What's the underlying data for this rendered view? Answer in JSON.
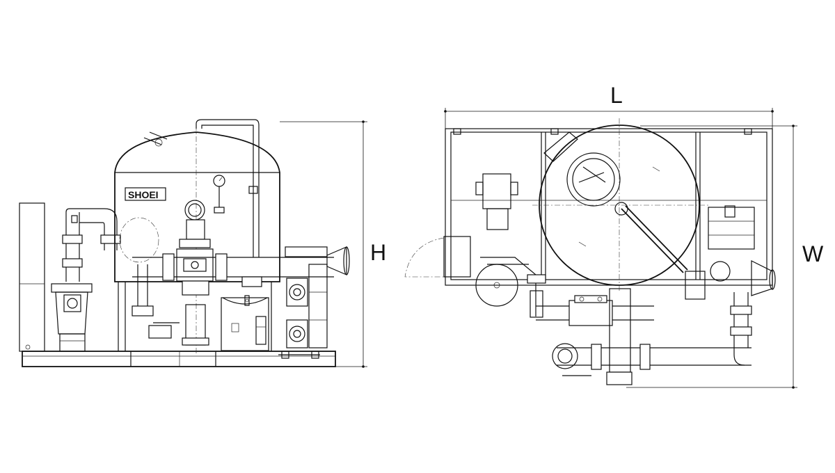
{
  "drawing": {
    "front_view": {
      "brand_label": "SHOEI",
      "height_label": "H"
    },
    "top_view": {
      "length_label": "L",
      "width_label": "W"
    }
  }
}
